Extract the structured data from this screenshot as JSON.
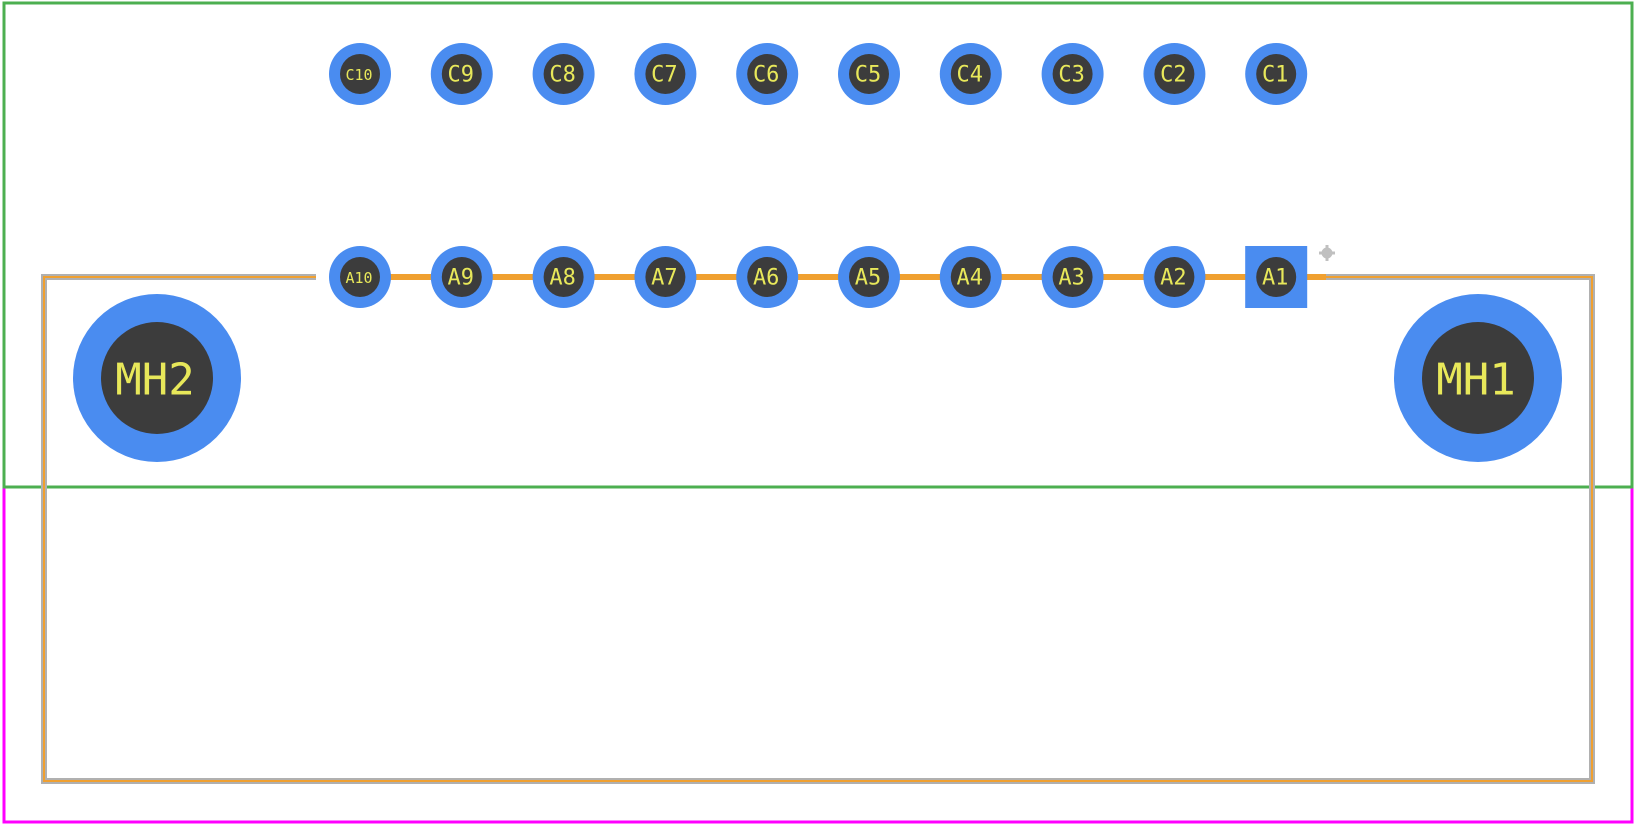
{
  "colors": {
    "courtyard": "#4caf50",
    "assembly": "#ff00ff",
    "silkscreen": "#f0a030",
    "outline": "#b0b0b0",
    "pad": "#4a8cf0",
    "hole": "#3c3c3c",
    "label": "#e8e85a",
    "pin1_marker": "#c0c0c0"
  },
  "pads": {
    "row_c": [
      "C10",
      "C9",
      "C8",
      "C7",
      "C6",
      "C5",
      "C4",
      "C3",
      "C2",
      "C1"
    ],
    "row_a": [
      "A10",
      "A9",
      "A8",
      "A7",
      "A6",
      "A5",
      "A4",
      "A3",
      "A2",
      "A1"
    ]
  },
  "mounting_holes": {
    "left": "MH2",
    "right": "MH1"
  }
}
